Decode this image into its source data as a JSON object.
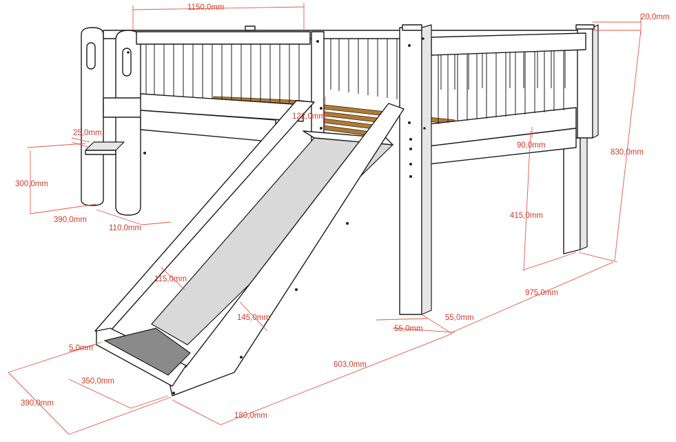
{
  "dimensions": {
    "top_length": "1150,0mm",
    "post_top": "20,0mm",
    "step_thickness": "25,0mm",
    "ladder_height": "300,0mm",
    "ladder_depth": "390,0mm",
    "ladder_width": "110,0mm",
    "slide_entry": "122,0mm",
    "rail_height": "90,0mm",
    "total_height": "830,0mm",
    "leg_height": "415,0mm",
    "bed_depth": "975,0mm",
    "post_width_a": "55,0mm",
    "post_width_b": "55,0mm",
    "slide_side_top": "115,0mm",
    "slide_side_bottom": "145,0mm",
    "slide_lip": "5,0mm",
    "slide_inner_width": "350,0mm",
    "slide_outer_width": "390,0mm",
    "slide_length": "603,0mm",
    "slide_end": "180,0mm"
  },
  "colors": {
    "dimension": "#d23a2a",
    "outline": "#1a1a1a",
    "slats": "#b07a34",
    "slide_surface": "#d9d9d9",
    "slide_base": "#8a8a8a"
  }
}
